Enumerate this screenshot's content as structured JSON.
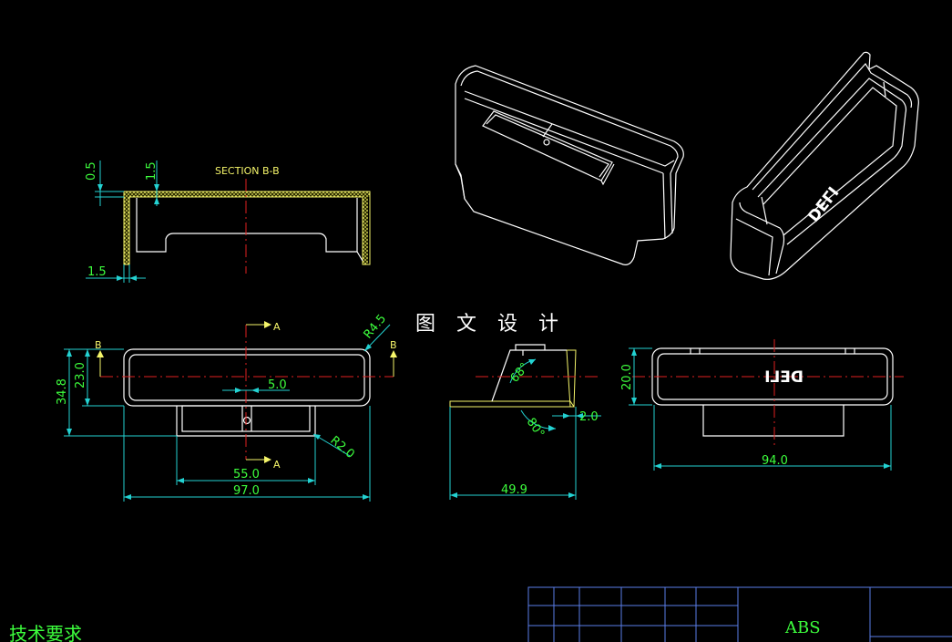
{
  "watermark": "图 文 设 计",
  "section_title": "SECTION B-B",
  "section_marks": {
    "a_top": "A",
    "a_bottom": "A",
    "b_left": "B",
    "b_right": "B"
  },
  "logo_text": "DELI",
  "dimensions": {
    "thick_0_5": "0.5",
    "thick_1_5_top": "1.5",
    "thick_1_5_bottom": "1.5",
    "radius_4_5": "R4.5",
    "gap_5_0": "5.0",
    "height_34_8": "34.8",
    "height_23_0": "23.0",
    "radius_2_0": "R2.0",
    "width_55_0": "55.0",
    "width_97_0": "97.0",
    "angle_68": "68°",
    "angle_80": "80°",
    "thick_2_0": "2.0",
    "width_49_9": "49.9",
    "height_20_0": "20.0",
    "width_94_0": "94.0"
  },
  "notes_title": "技术要求",
  "title_block": {
    "material": "ABS"
  },
  "colors": {
    "background": "#000000",
    "outline": "#ffffff",
    "dimension": "#23d2d2",
    "dimension_text": "#3dff3d",
    "centerline": "#e02020",
    "section_hatch": "#f5f56a",
    "title_block": "#5a7ee8"
  }
}
